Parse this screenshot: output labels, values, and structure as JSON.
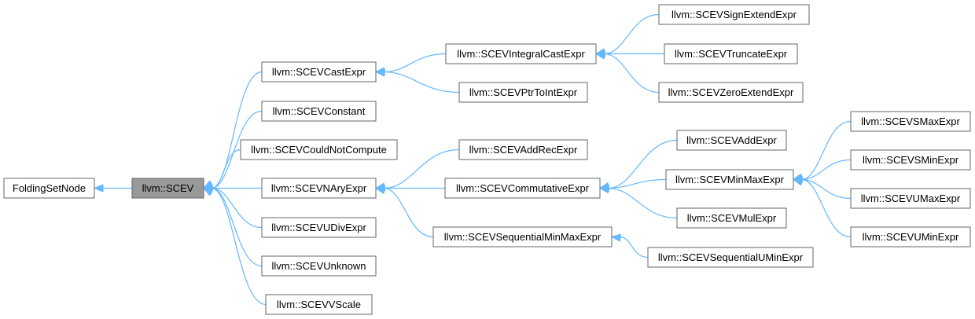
{
  "colors": {
    "edge": "#63b8ff",
    "node_border": "#666666",
    "node_fill": "#ffffff",
    "current_node_fill": "#999999"
  },
  "nodes": {
    "foldingsetnode": "FoldingSetNode",
    "scev": "llvm::SCEV",
    "castexpr": "llvm::SCEVCastExpr",
    "constant": "llvm::SCEVConstant",
    "couldnotcompute": "llvm::SCEVCouldNotCompute",
    "naryexpr": "llvm::SCEVNAryExpr",
    "udivexpr": "llvm::SCEVUDivExpr",
    "unknown": "llvm::SCEVUnknown",
    "vscale": "llvm::SCEVVScale",
    "integralcastexpr": "llvm::SCEVIntegralCastExpr",
    "ptrtointexpr": "llvm::SCEVPtrToIntExpr",
    "addrecexpr": "llvm::SCEVAddRecExpr",
    "commutativeexpr": "llvm::SCEVCommutativeExpr",
    "seqminmaxexpr": "llvm::SCEVSequentialMinMaxExpr",
    "signextendexpr": "llvm::SCEVSignExtendExpr",
    "truncateexpr": "llvm::SCEVTruncateExpr",
    "zeroextendexpr": "llvm::SCEVZeroExtendExpr",
    "addexpr": "llvm::SCEVAddExpr",
    "minmaxexpr": "llvm::SCEVMinMaxExpr",
    "mulexpr": "llvm::SCEVMulExpr",
    "sequminexpr": "llvm::SCEVSequentialUMinExpr",
    "smaxexpr": "llvm::SCEVSMaxExpr",
    "sminexpr": "llvm::SCEVSMinExpr",
    "umaxexpr": "llvm::SCEVUMaxExpr",
    "uminexpr": "llvm::SCEVUMinExpr"
  },
  "current_node": "scev",
  "edges": [
    {
      "from": "scev",
      "to": "foldingsetnode"
    },
    {
      "from": "castexpr",
      "to": "scev"
    },
    {
      "from": "constant",
      "to": "scev"
    },
    {
      "from": "couldnotcompute",
      "to": "scev"
    },
    {
      "from": "naryexpr",
      "to": "scev"
    },
    {
      "from": "udivexpr",
      "to": "scev"
    },
    {
      "from": "unknown",
      "to": "scev"
    },
    {
      "from": "vscale",
      "to": "scev"
    },
    {
      "from": "integralcastexpr",
      "to": "castexpr"
    },
    {
      "from": "ptrtointexpr",
      "to": "castexpr"
    },
    {
      "from": "addrecexpr",
      "to": "naryexpr"
    },
    {
      "from": "commutativeexpr",
      "to": "naryexpr"
    },
    {
      "from": "seqminmaxexpr",
      "to": "naryexpr"
    },
    {
      "from": "signextendexpr",
      "to": "integralcastexpr"
    },
    {
      "from": "truncateexpr",
      "to": "integralcastexpr"
    },
    {
      "from": "zeroextendexpr",
      "to": "integralcastexpr"
    },
    {
      "from": "addexpr",
      "to": "commutativeexpr"
    },
    {
      "from": "minmaxexpr",
      "to": "commutativeexpr"
    },
    {
      "from": "mulexpr",
      "to": "commutativeexpr"
    },
    {
      "from": "sequminexpr",
      "to": "seqminmaxexpr"
    },
    {
      "from": "smaxexpr",
      "to": "minmaxexpr"
    },
    {
      "from": "sminexpr",
      "to": "minmaxexpr"
    },
    {
      "from": "umaxexpr",
      "to": "minmaxexpr"
    },
    {
      "from": "uminexpr",
      "to": "minmaxexpr"
    }
  ]
}
